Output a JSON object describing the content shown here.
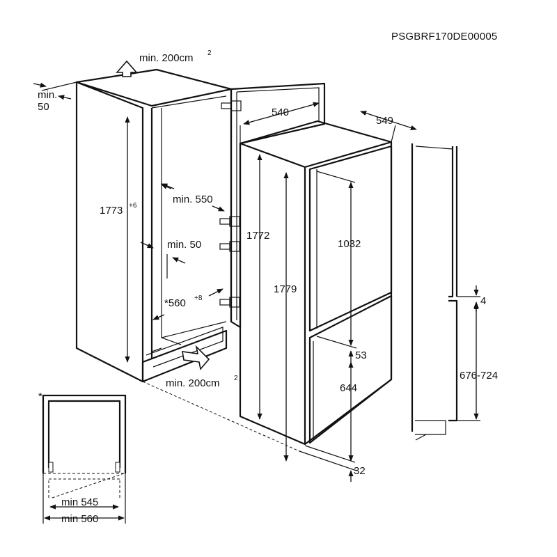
{
  "doc_code": "PSGBRF170DE00005",
  "ventilation": {
    "top_label": "min. 200cm",
    "top_sup": "2",
    "bottom_label": "min. 200cm",
    "bottom_sup": "2"
  },
  "niche": {
    "top_gap_label": "min.",
    "top_gap_value": "50",
    "height_label": "1773",
    "height_sup": "+6",
    "depth_label": "min. 550",
    "rear_gap_label": "min. 50",
    "width_label": "*560",
    "width_sup": "+8"
  },
  "appliance": {
    "width_label": "540",
    "depth_label": "549",
    "body_height_label": "1772",
    "total_height_label": "1779",
    "upper_door_label": "1032",
    "door_gap_label": "53",
    "lower_door_label": "644",
    "bottom_offset_label": "32"
  },
  "furniture_door": {
    "gap_label": "4",
    "height_label": "676-724"
  },
  "plan_view": {
    "marker": "*",
    "min_inner_label": "min 545",
    "min_outer_label": "min 560"
  }
}
